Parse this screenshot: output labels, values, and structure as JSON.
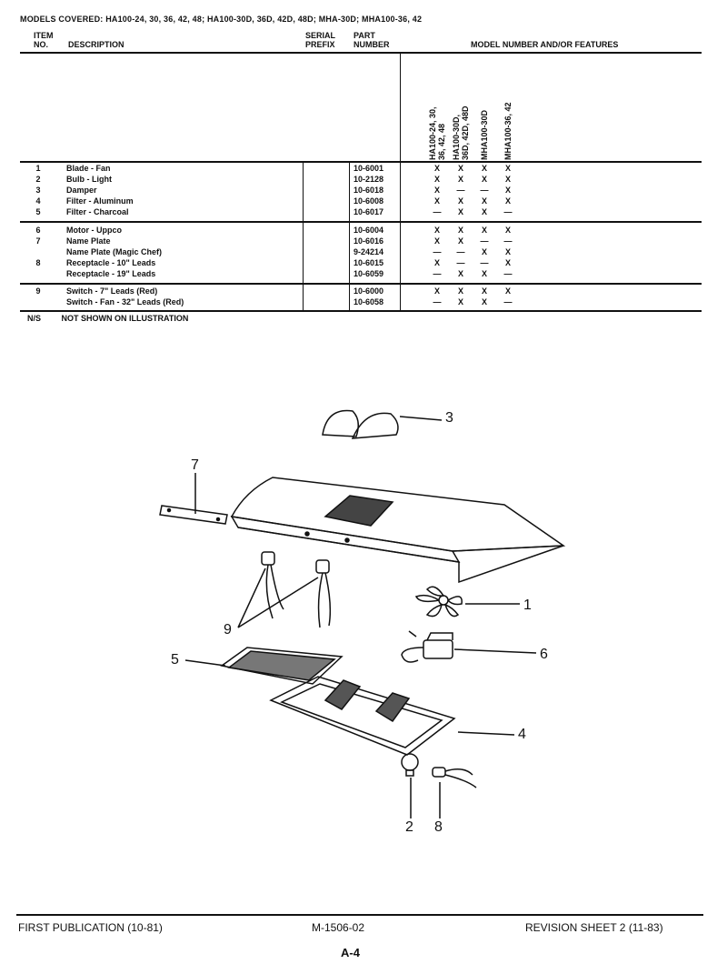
{
  "header": {
    "models_covered": "MODELS COVERED: HA100-24, 30, 36, 42, 48; HA100-30D, 36D, 42D, 48D; MHA-30D; MHA100-36, 42"
  },
  "table": {
    "col_item_l1": "ITEM",
    "col_item_l2": "NO.",
    "col_desc": "DESCRIPTION",
    "col_serial_l1": "SERIAL",
    "col_serial_l2": "PREFIX",
    "col_part_l1": "PART",
    "col_part_l2": "NUMBER",
    "col_model": "MODEL NUMBER AND/OR FEATURES",
    "model_cols": [
      {
        "l1": "HA100-24, 30,",
        "l2": "36, 42, 48"
      },
      {
        "l1": "HA100-30D,",
        "l2": "36D, 42D, 48D"
      },
      {
        "l1": "MHA100-30D",
        "l2": ""
      },
      {
        "l1": "MHA100-36, 42",
        "l2": ""
      }
    ],
    "rows": [
      {
        "item": "1",
        "desc": "Blade - Fan",
        "part": "10-6001",
        "m": [
          "X",
          "X",
          "X",
          "X"
        ]
      },
      {
        "item": "2",
        "desc": "Bulb - Light",
        "part": "10-2128",
        "m": [
          "X",
          "X",
          "X",
          "X"
        ]
      },
      {
        "item": "3",
        "desc": "Damper",
        "part": "10-6018",
        "m": [
          "X",
          "—",
          "—",
          "X"
        ]
      },
      {
        "item": "4",
        "desc": "Filter - Aluminum",
        "part": "10-6008",
        "m": [
          "X",
          "X",
          "X",
          "X"
        ]
      },
      {
        "item": "5",
        "desc": "Filter - Charcoal",
        "part": "10-6017",
        "m": [
          "—",
          "X",
          "X",
          "—"
        ]
      },
      {
        "item": "6",
        "desc": "Motor - Uppco",
        "part": "10-6004",
        "m": [
          "X",
          "X",
          "X",
          "X"
        ]
      },
      {
        "item": "7",
        "desc": "Name Plate",
        "part": "10-6016",
        "m": [
          "X",
          "X",
          "—",
          "—"
        ]
      },
      {
        "item": "",
        "desc": "Name Plate (Magic Chef)",
        "part": "9-24214",
        "m": [
          "—",
          "—",
          "X",
          "X"
        ]
      },
      {
        "item": "8",
        "desc": "Receptacle - 10\" Leads",
        "part": "10-6015",
        "m": [
          "X",
          "—",
          "—",
          "X"
        ]
      },
      {
        "item": "",
        "desc": "Receptacle - 19\" Leads",
        "part": "10-6059",
        "m": [
          "—",
          "X",
          "X",
          "—"
        ]
      },
      {
        "item": "9",
        "desc": "Switch - 7\" Leads (Red)",
        "part": "10-6000",
        "m": [
          "X",
          "X",
          "X",
          "X"
        ]
      },
      {
        "item": "",
        "desc": "Switch - Fan - 32\" Leads (Red)",
        "part": "10-6058",
        "m": [
          "—",
          "X",
          "X",
          "—"
        ]
      }
    ],
    "ns_code": "N/S",
    "ns_text": "NOT SHOWN ON ILLUSTRATION"
  },
  "callouts": {
    "c1": "1",
    "c2": "2",
    "c3": "3",
    "c4": "4",
    "c5": "5",
    "c6": "6",
    "c7": "7",
    "c8": "8",
    "c9": "9"
  },
  "footer": {
    "left": "FIRST PUBLICATION (10-81)",
    "center": "M-1506-02",
    "right": "REVISION SHEET 2 (11-83)",
    "page": "A-4"
  }
}
